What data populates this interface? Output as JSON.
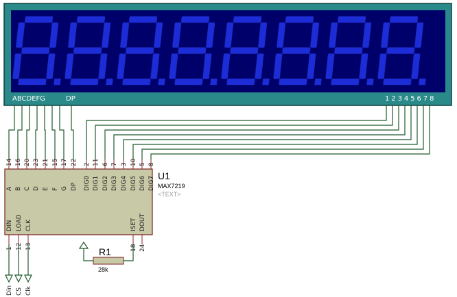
{
  "display": {
    "segment_labels": [
      "A",
      "B",
      "C",
      "D",
      "E",
      "F",
      "G"
    ],
    "dp_label": "DP",
    "digit_labels": [
      "1",
      "2",
      "3",
      "4",
      "5",
      "6",
      "7",
      "8"
    ],
    "digit_count": 8,
    "colors": {
      "frame": "#2a8a8a",
      "panel": "#00006a",
      "segment": "#1c2dd8"
    }
  },
  "chip": {
    "ref": "U1",
    "value": "MAX7219",
    "text_placeholder": "<TEXT>",
    "color": "#c8c9a6",
    "top_pins": [
      {
        "num": "14",
        "name": "A"
      },
      {
        "num": "16",
        "name": "B"
      },
      {
        "num": "20",
        "name": "C"
      },
      {
        "num": "23",
        "name": "D"
      },
      {
        "num": "21",
        "name": "E"
      },
      {
        "num": "15",
        "name": "F"
      },
      {
        "num": "17",
        "name": "G"
      },
      {
        "num": "22",
        "name": "DP"
      },
      {
        "num": "2",
        "name": "DIG0"
      },
      {
        "num": "11",
        "name": "DIG1"
      },
      {
        "num": "6",
        "name": "DIG2"
      },
      {
        "num": "7",
        "name": "DIG3"
      },
      {
        "num": "3",
        "name": "DIG4"
      },
      {
        "num": "10",
        "name": "DIG5"
      },
      {
        "num": "5",
        "name": "DIG6"
      },
      {
        "num": "8",
        "name": "DIG7"
      }
    ],
    "bottom_left_pins": [
      {
        "num": "1",
        "name": "DIN"
      },
      {
        "num": "12",
        "name": "LOAD"
      },
      {
        "num": "13",
        "name": "CLK"
      }
    ],
    "bottom_right_pins": [
      {
        "num": "18",
        "name": "ISET"
      },
      {
        "num": "24",
        "name": "DOUT"
      }
    ]
  },
  "resistor": {
    "ref": "R1",
    "value": "28k"
  },
  "terminals": [
    "Din",
    "CS",
    "Clk"
  ]
}
